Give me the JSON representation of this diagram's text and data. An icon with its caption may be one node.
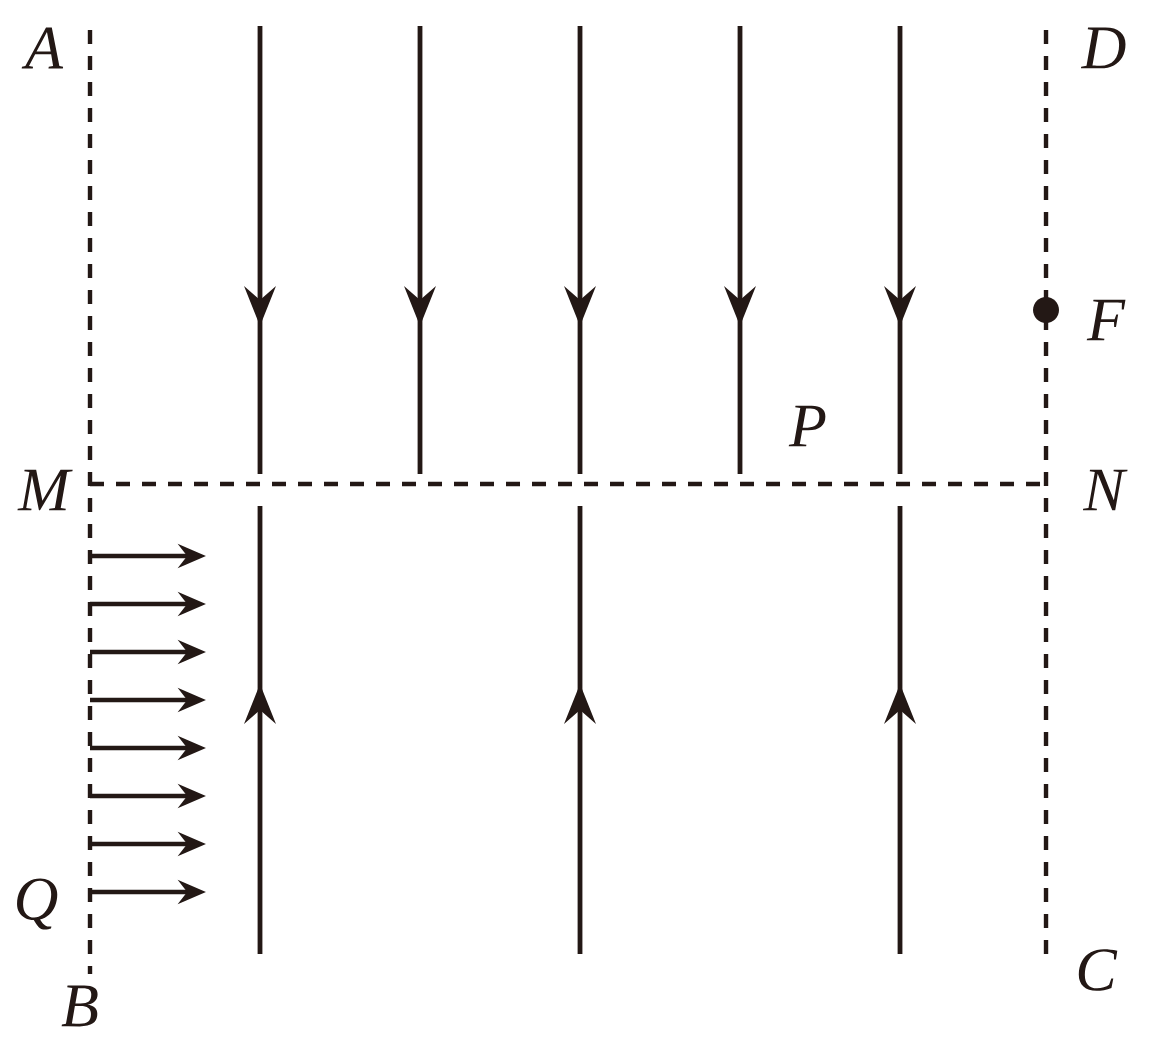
{
  "diagram": {
    "labels": [
      "A",
      "D",
      "F",
      "P",
      "M",
      "N",
      "Q",
      "B",
      "C"
    ]
  }
}
